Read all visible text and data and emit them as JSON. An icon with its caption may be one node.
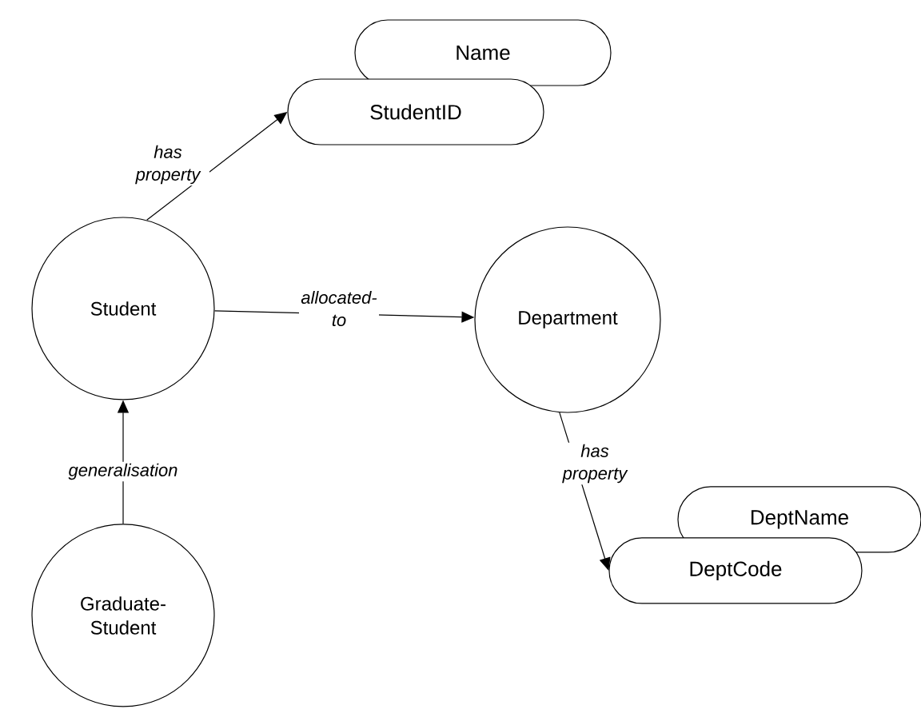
{
  "diagram": {
    "nodes": [
      {
        "text": [
          "Name"
        ]
      },
      {
        "text": [
          "StudentID"
        ]
      },
      {
        "text": [
          "Student"
        ]
      },
      {
        "text": [
          "Department"
        ]
      },
      {
        "text": [
          "DeptName"
        ]
      },
      {
        "text": [
          "DeptCode"
        ]
      },
      {
        "text": [
          "Graduate-Student"
        ]
      }
    ],
    "edges": [
      {
        "from": 2,
        "to": 1,
        "arrow": "to",
        "label": "has property"
      },
      {
        "from": 2,
        "to": 3,
        "arrow": "to",
        "label": "allocated-to"
      },
      {
        "from": 3,
        "to": 5,
        "arrow": "to",
        "label": "has property"
      },
      {
        "from": 6,
        "to": 2,
        "arrow": "to",
        "label": "generalisation"
      }
    ]
  }
}
